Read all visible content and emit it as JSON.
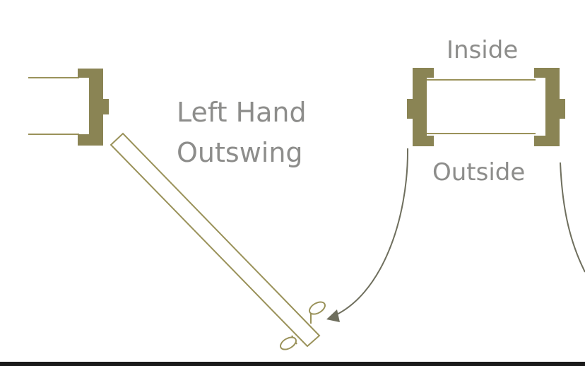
{
  "diagram": {
    "title_line1": "Left Hand",
    "title_line2": "Outswing",
    "inside_label": "Inside",
    "outside_label": "Outside"
  },
  "colors": {
    "jamb": "#8a8454",
    "door_stroke": "#9a925a",
    "arc": "#6f6f5e",
    "text": "#8d8d8b",
    "baseline": "#1a1a1a"
  }
}
